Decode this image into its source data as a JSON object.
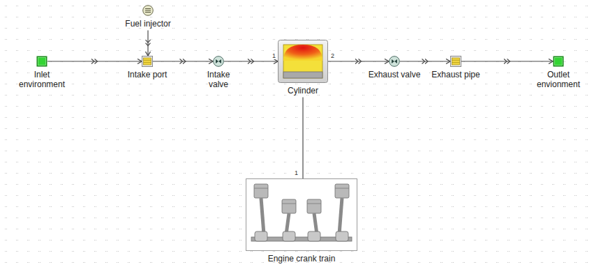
{
  "diagram": {
    "nodes": [
      {
        "text": [
          "Fuel injector"
        ]
      },
      {
        "text": [
          "Inlet environment"
        ]
      },
      {
        "text": [
          "Intake port"
        ]
      },
      {
        "text": [
          "Intake valve"
        ]
      },
      {
        "text": [
          "Cylinder"
        ]
      },
      {
        "text": [
          "Exhaust valve"
        ]
      },
      {
        "text": [
          "Exhaust pipe"
        ]
      },
      {
        "text": [
          "Outlet envionment"
        ]
      },
      {
        "text": [
          "Engine crank train"
        ]
      }
    ],
    "edges": [
      {
        "from": 1,
        "to": 2,
        "arrow": "to"
      },
      {
        "from": 0,
        "to": 2,
        "arrow": "to"
      },
      {
        "from": 2,
        "to": 3,
        "arrow": "to"
      },
      {
        "from": 3,
        "to": 4,
        "arrow": "to"
      },
      {
        "from": 4,
        "to": 5,
        "arrow": "to"
      },
      {
        "from": 5,
        "to": 6,
        "arrow": "to"
      },
      {
        "from": 6,
        "to": 7,
        "arrow": "to"
      },
      {
        "from": 4,
        "to": 8,
        "arrow": "none"
      }
    ],
    "labels": [
      "1",
      "2",
      "1"
    ]
  }
}
